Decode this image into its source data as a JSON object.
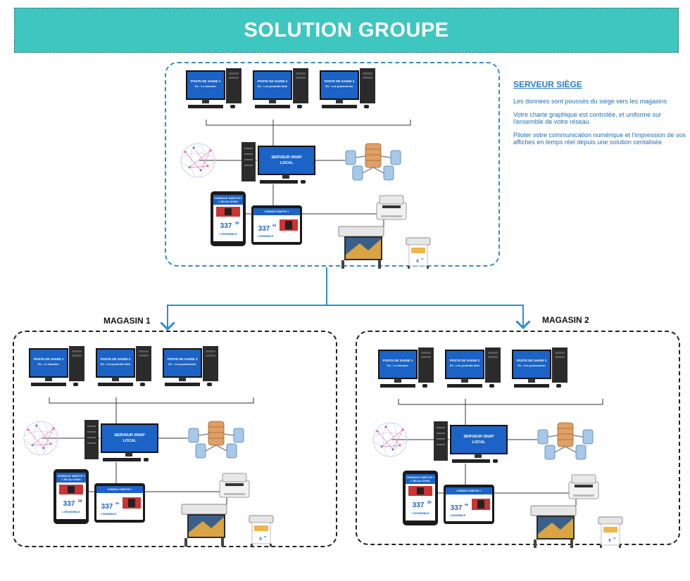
{
  "header": {
    "title": "SOLUTION GROUPE"
  },
  "colors": {
    "banner": "#3ec6c0",
    "accent_blue": "#2a7bc8",
    "screen_blue": "#1b63c6",
    "dark": "#222222"
  },
  "hq_info": {
    "heading": "SERVEUR SIÈGE",
    "paragraphs": [
      "Les données sont poussés du siège vers les magasins",
      "Votre charte graphique est controlée, et uniforme sur l'ensemble de votre réseau",
      "Piloter votre communication numérique et l'impression de vos affiches en temps réel depuis une solution centalisée"
    ]
  },
  "stores": {
    "store1": "MAGASIN 1",
    "store2": "MAGASIN 2"
  },
  "network": {
    "workstations": [
      {
        "title": "POSTE DE SAISIE 1",
        "subtitle": "Ex : Le boucher"
      },
      {
        "title": "POSTE DE SAISIE 2",
        "subtitle": "Ex : Les produits frais"
      },
      {
        "title": "POSTE DE SAISIE 3",
        "subtitle": "Ex : Les poissonnier"
      }
    ],
    "server": {
      "line1": "SERVEUR SNAP",
      "line2": "LOCAL"
    },
    "tablet": {
      "title": "CONSOLE SWITCH +",
      "subtitle": "1 JEU AU CHOIX",
      "price": "337",
      "cents": "99",
      "footer": "L'ENSEMBLE"
    },
    "label_printer": {
      "price": "6",
      "cents": "99"
    },
    "icons": [
      "workstation-icon",
      "server-icon",
      "network-globe-icon",
      "database-cluster-icon",
      "digital-tablet-icon",
      "digital-screen-icon",
      "laser-printer-icon",
      "large-format-plotter-icon",
      "poster-printer-icon"
    ]
  }
}
